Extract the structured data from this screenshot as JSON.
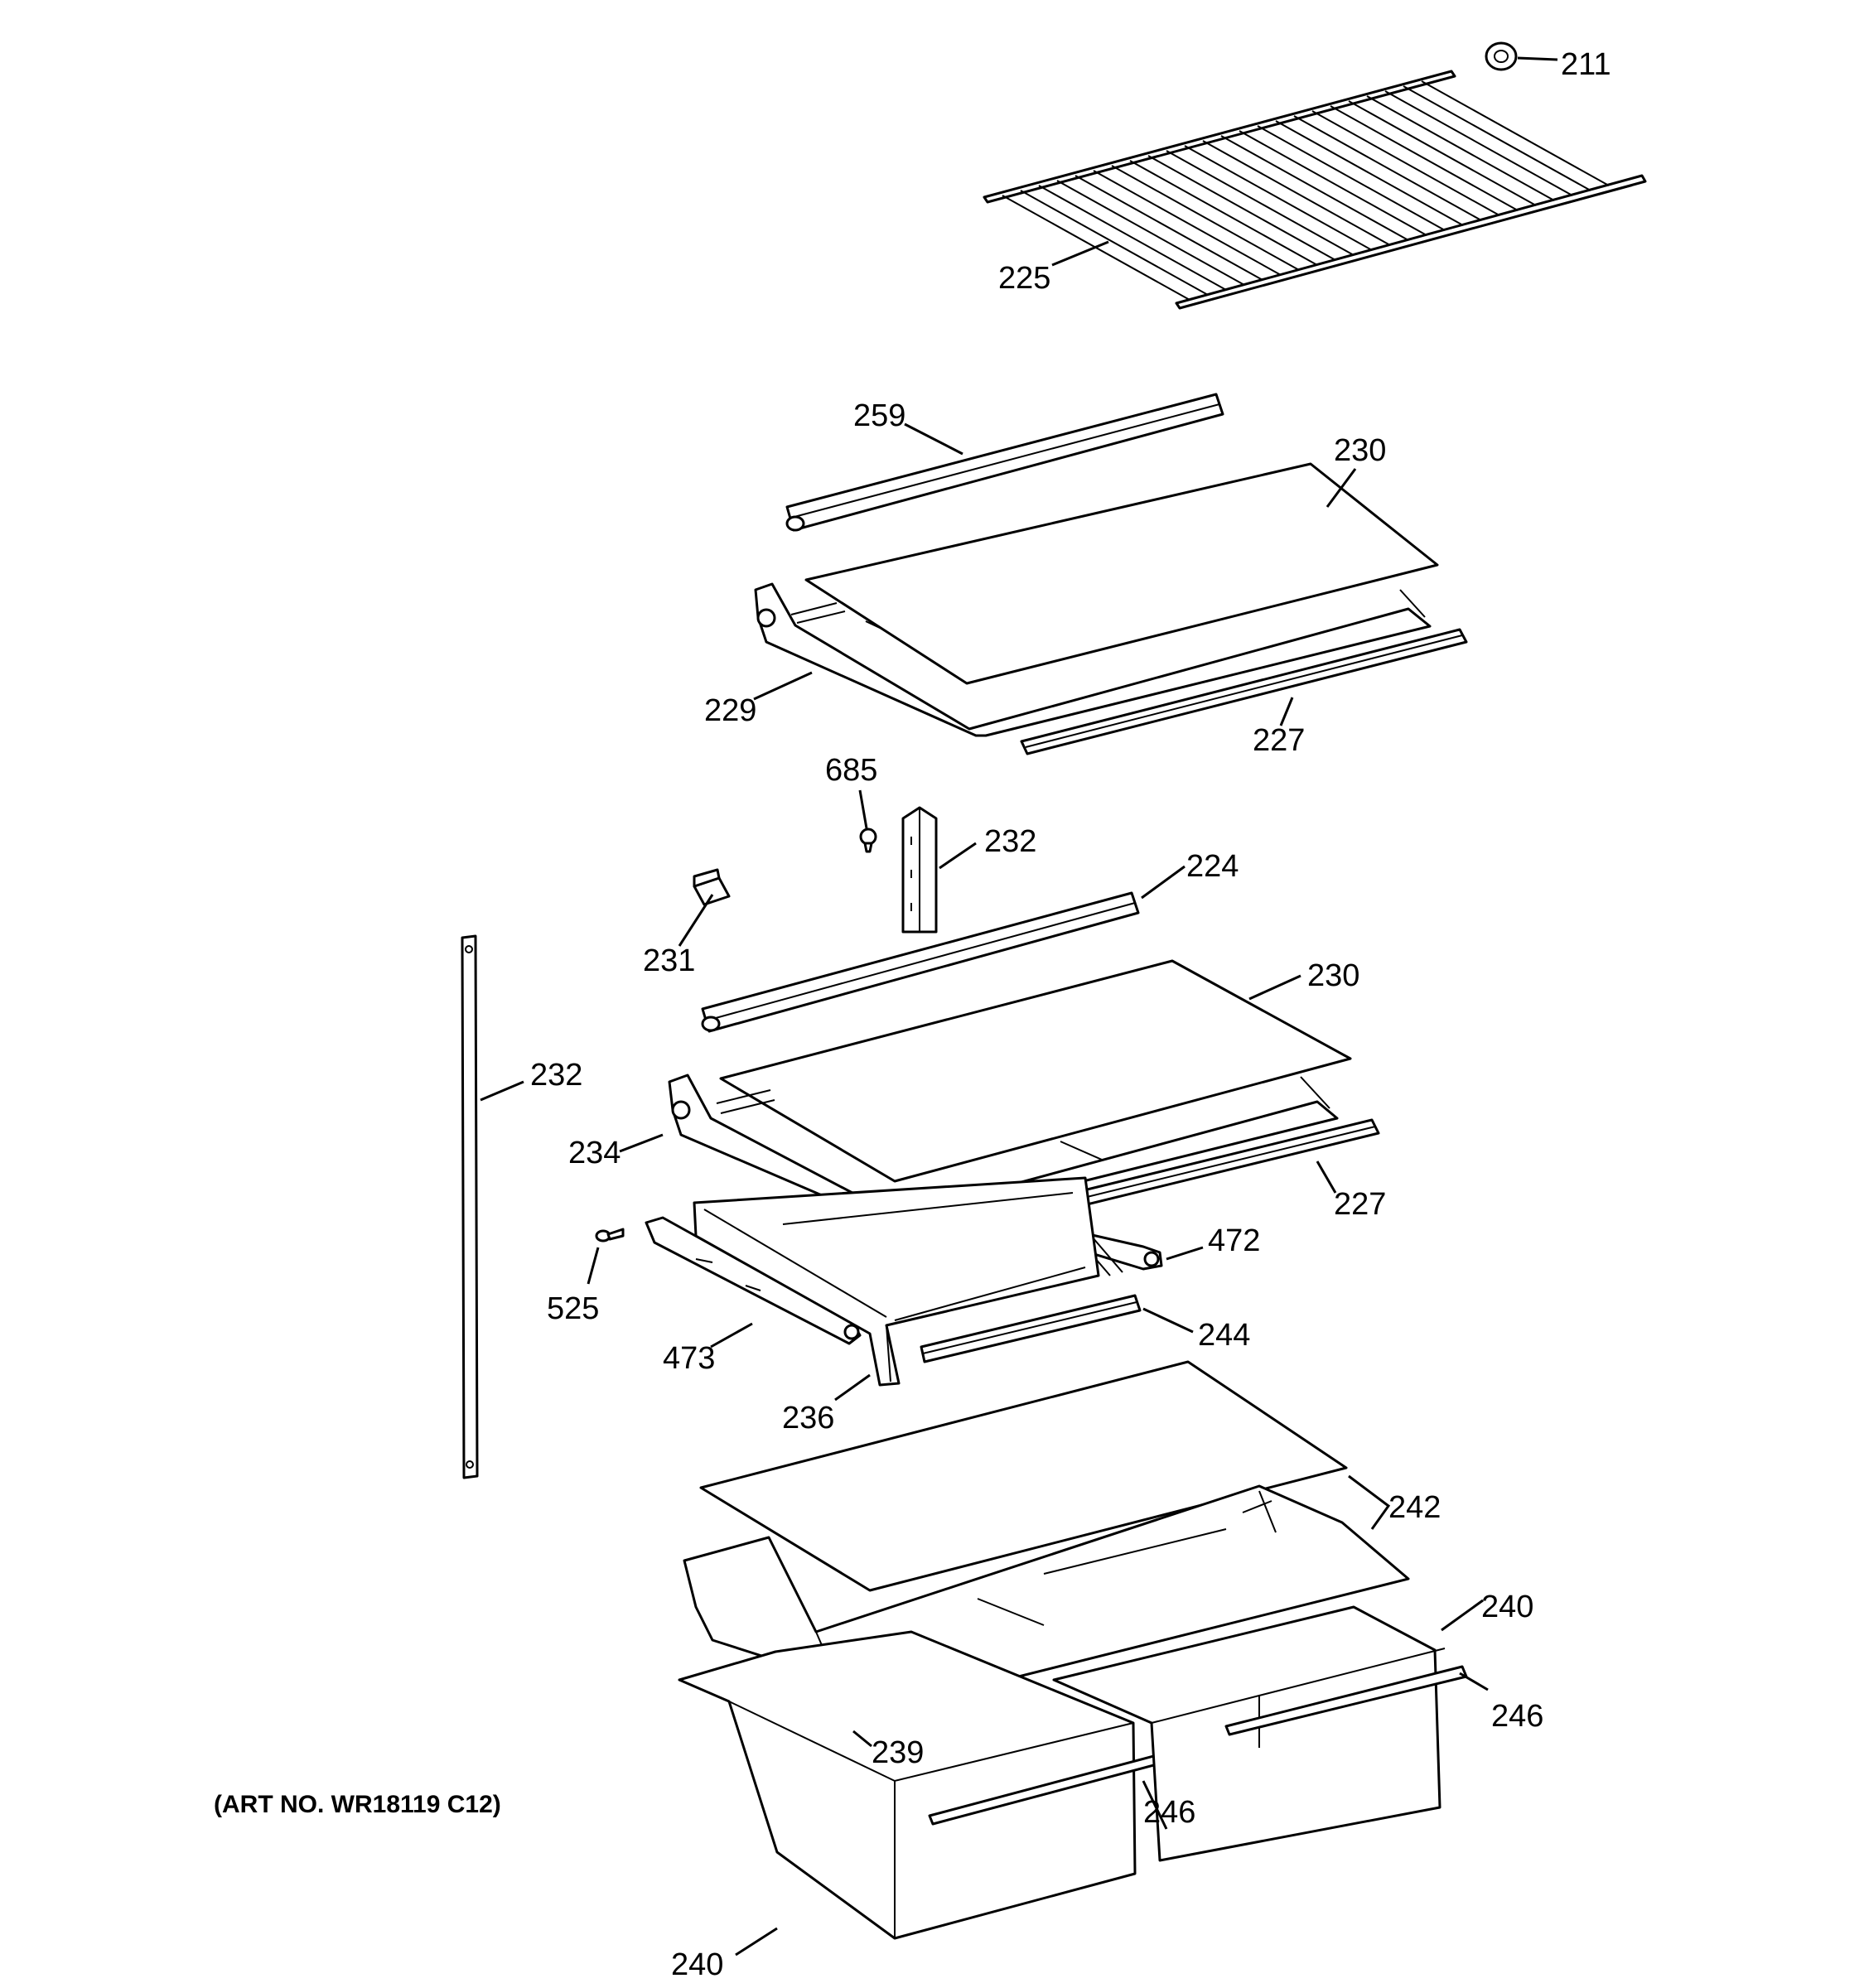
{
  "diagram": {
    "art_note": "(ART NO. WR18119 C12)",
    "callouts": [
      {
        "id": "c211",
        "text": "211"
      },
      {
        "id": "c225",
        "text": "225"
      },
      {
        "id": "c259",
        "text": "259"
      },
      {
        "id": "c230a",
        "text": "230"
      },
      {
        "id": "c229",
        "text": "229"
      },
      {
        "id": "c227a",
        "text": "227"
      },
      {
        "id": "c685",
        "text": "685"
      },
      {
        "id": "c232a",
        "text": "232"
      },
      {
        "id": "c224",
        "text": "224"
      },
      {
        "id": "c231",
        "text": "231"
      },
      {
        "id": "c230b",
        "text": "230"
      },
      {
        "id": "c232b",
        "text": "232"
      },
      {
        "id": "c234",
        "text": "234"
      },
      {
        "id": "c227b",
        "text": "227"
      },
      {
        "id": "c472",
        "text": "472"
      },
      {
        "id": "c525",
        "text": "525"
      },
      {
        "id": "c244",
        "text": "244"
      },
      {
        "id": "c473",
        "text": "473"
      },
      {
        "id": "c236",
        "text": "236"
      },
      {
        "id": "c242",
        "text": "242"
      },
      {
        "id": "c240a",
        "text": "240"
      },
      {
        "id": "c246a",
        "text": "246"
      },
      {
        "id": "c239",
        "text": "239"
      },
      {
        "id": "c246b",
        "text": "246"
      },
      {
        "id": "c240b",
        "text": "240"
      }
    ]
  }
}
